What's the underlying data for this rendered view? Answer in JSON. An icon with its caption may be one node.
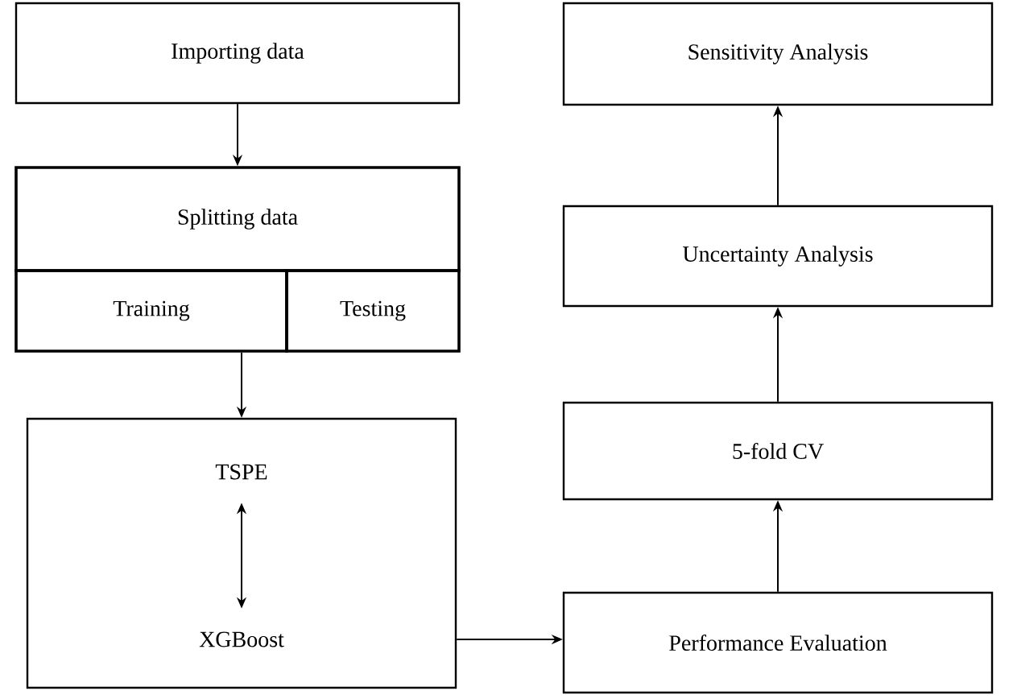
{
  "diagram": {
    "nodes": [
      {
        "text": [
          "Importing data"
        ]
      },
      {
        "text": [
          "Splitting data"
        ]
      },
      {
        "text": [
          "Training"
        ]
      },
      {
        "text": [
          "Testing"
        ]
      },
      {
        "text": [],
        "shape": "box"
      },
      {
        "text": [
          "TSPE"
        ],
        "in": 4
      },
      {
        "text": [
          "XGBoost"
        ],
        "in": 4
      },
      {
        "text": [
          "Performance Evaluation"
        ]
      },
      {
        "text": [
          "5-fold CV"
        ]
      },
      {
        "text": [
          "Uncertainty Analysis"
        ]
      },
      {
        "text": [
          "Sensitivity Analysis"
        ]
      }
    ],
    "edges": [
      {
        "from": 0,
        "to": 1,
        "arrow": "to"
      },
      {
        "from": 2,
        "to": 4,
        "arrow": "to"
      },
      {
        "from": 5,
        "to": 6,
        "arrow": "both"
      },
      {
        "from": 4,
        "to": 7,
        "arrow": "to"
      },
      {
        "from": 7,
        "to": 8,
        "arrow": "to"
      },
      {
        "from": 8,
        "to": 9,
        "arrow": "to"
      },
      {
        "from": 9,
        "to": 10,
        "arrow": "to"
      }
    ]
  }
}
